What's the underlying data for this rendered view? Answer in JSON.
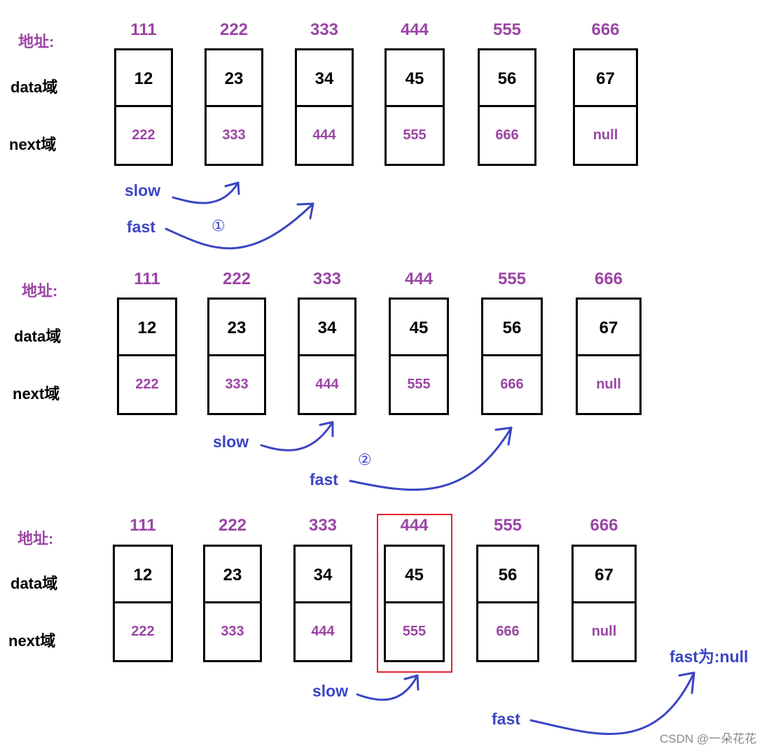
{
  "labels": {
    "address": "地址:",
    "data_field": "data域",
    "next_field": "next域",
    "slow": "slow",
    "fast": "fast"
  },
  "nodes": [
    {
      "address": "111",
      "data": "12",
      "next": "222"
    },
    {
      "address": "222",
      "data": "23",
      "next": "333"
    },
    {
      "address": "333",
      "data": "34",
      "next": "444"
    },
    {
      "address": "444",
      "data": "45",
      "next": "555"
    },
    {
      "address": "555",
      "data": "56",
      "next": "666"
    },
    {
      "address": "666",
      "data": "67",
      "next": "null"
    }
  ],
  "steps": [
    {
      "marker": "①"
    },
    {
      "marker": "②"
    },
    {
      "marker": "",
      "highlight_index": 3,
      "fast_note": "fast为:null"
    }
  ],
  "watermark": "CSDN @一朵花花",
  "colors": {
    "address": "#9b45a5",
    "pointer": "#3b45c4",
    "highlight": "#e0242b"
  }
}
